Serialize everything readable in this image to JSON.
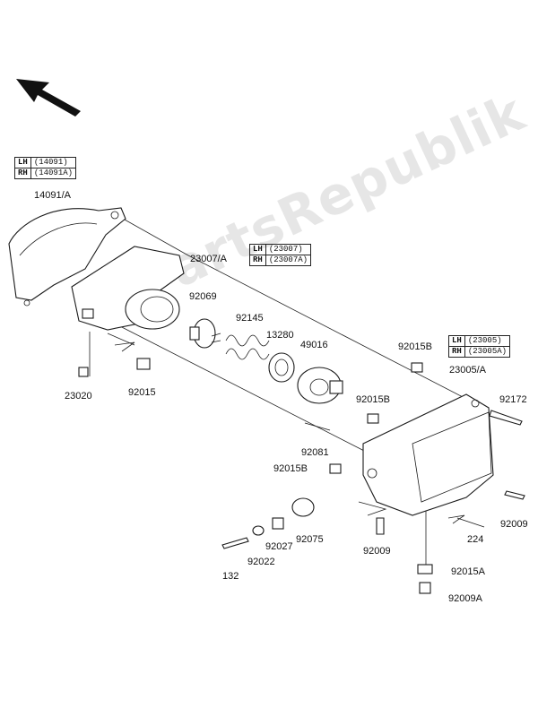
{
  "watermark": "PartsRepublik",
  "tables": {
    "t14091": {
      "rows": [
        {
          "side": "LH",
          "code": "(14091)"
        },
        {
          "side": "RH",
          "code": "(14091A)"
        }
      ]
    },
    "t23007": {
      "rows": [
        {
          "side": "LH",
          "code": "(23007)"
        },
        {
          "side": "RH",
          "code": "(23007A)"
        }
      ]
    },
    "t23005": {
      "rows": [
        {
          "side": "LH",
          "code": "(23005)"
        },
        {
          "side": "RH",
          "code": "(23005A)"
        }
      ]
    }
  },
  "parts": {
    "p14091A": "14091/A",
    "p23007A": "23007/A",
    "p92069": "92069",
    "p92145": "92145",
    "p13280": "13280",
    "p49016": "49016",
    "p92015B_1": "92015B",
    "p23005A": "23005/A",
    "p92172": "92172",
    "p92015B_2": "92015B",
    "p23020": "23020",
    "p92015": "92015",
    "p92081": "92081",
    "p92015B_3": "92015B",
    "p92009_1": "92009",
    "p92009_2": "92009",
    "p224": "224",
    "p92075": "92075",
    "p92027": "92027",
    "p92022": "92022",
    "p132": "132",
    "p92015A": "92015A",
    "p92009A": "92009A"
  }
}
